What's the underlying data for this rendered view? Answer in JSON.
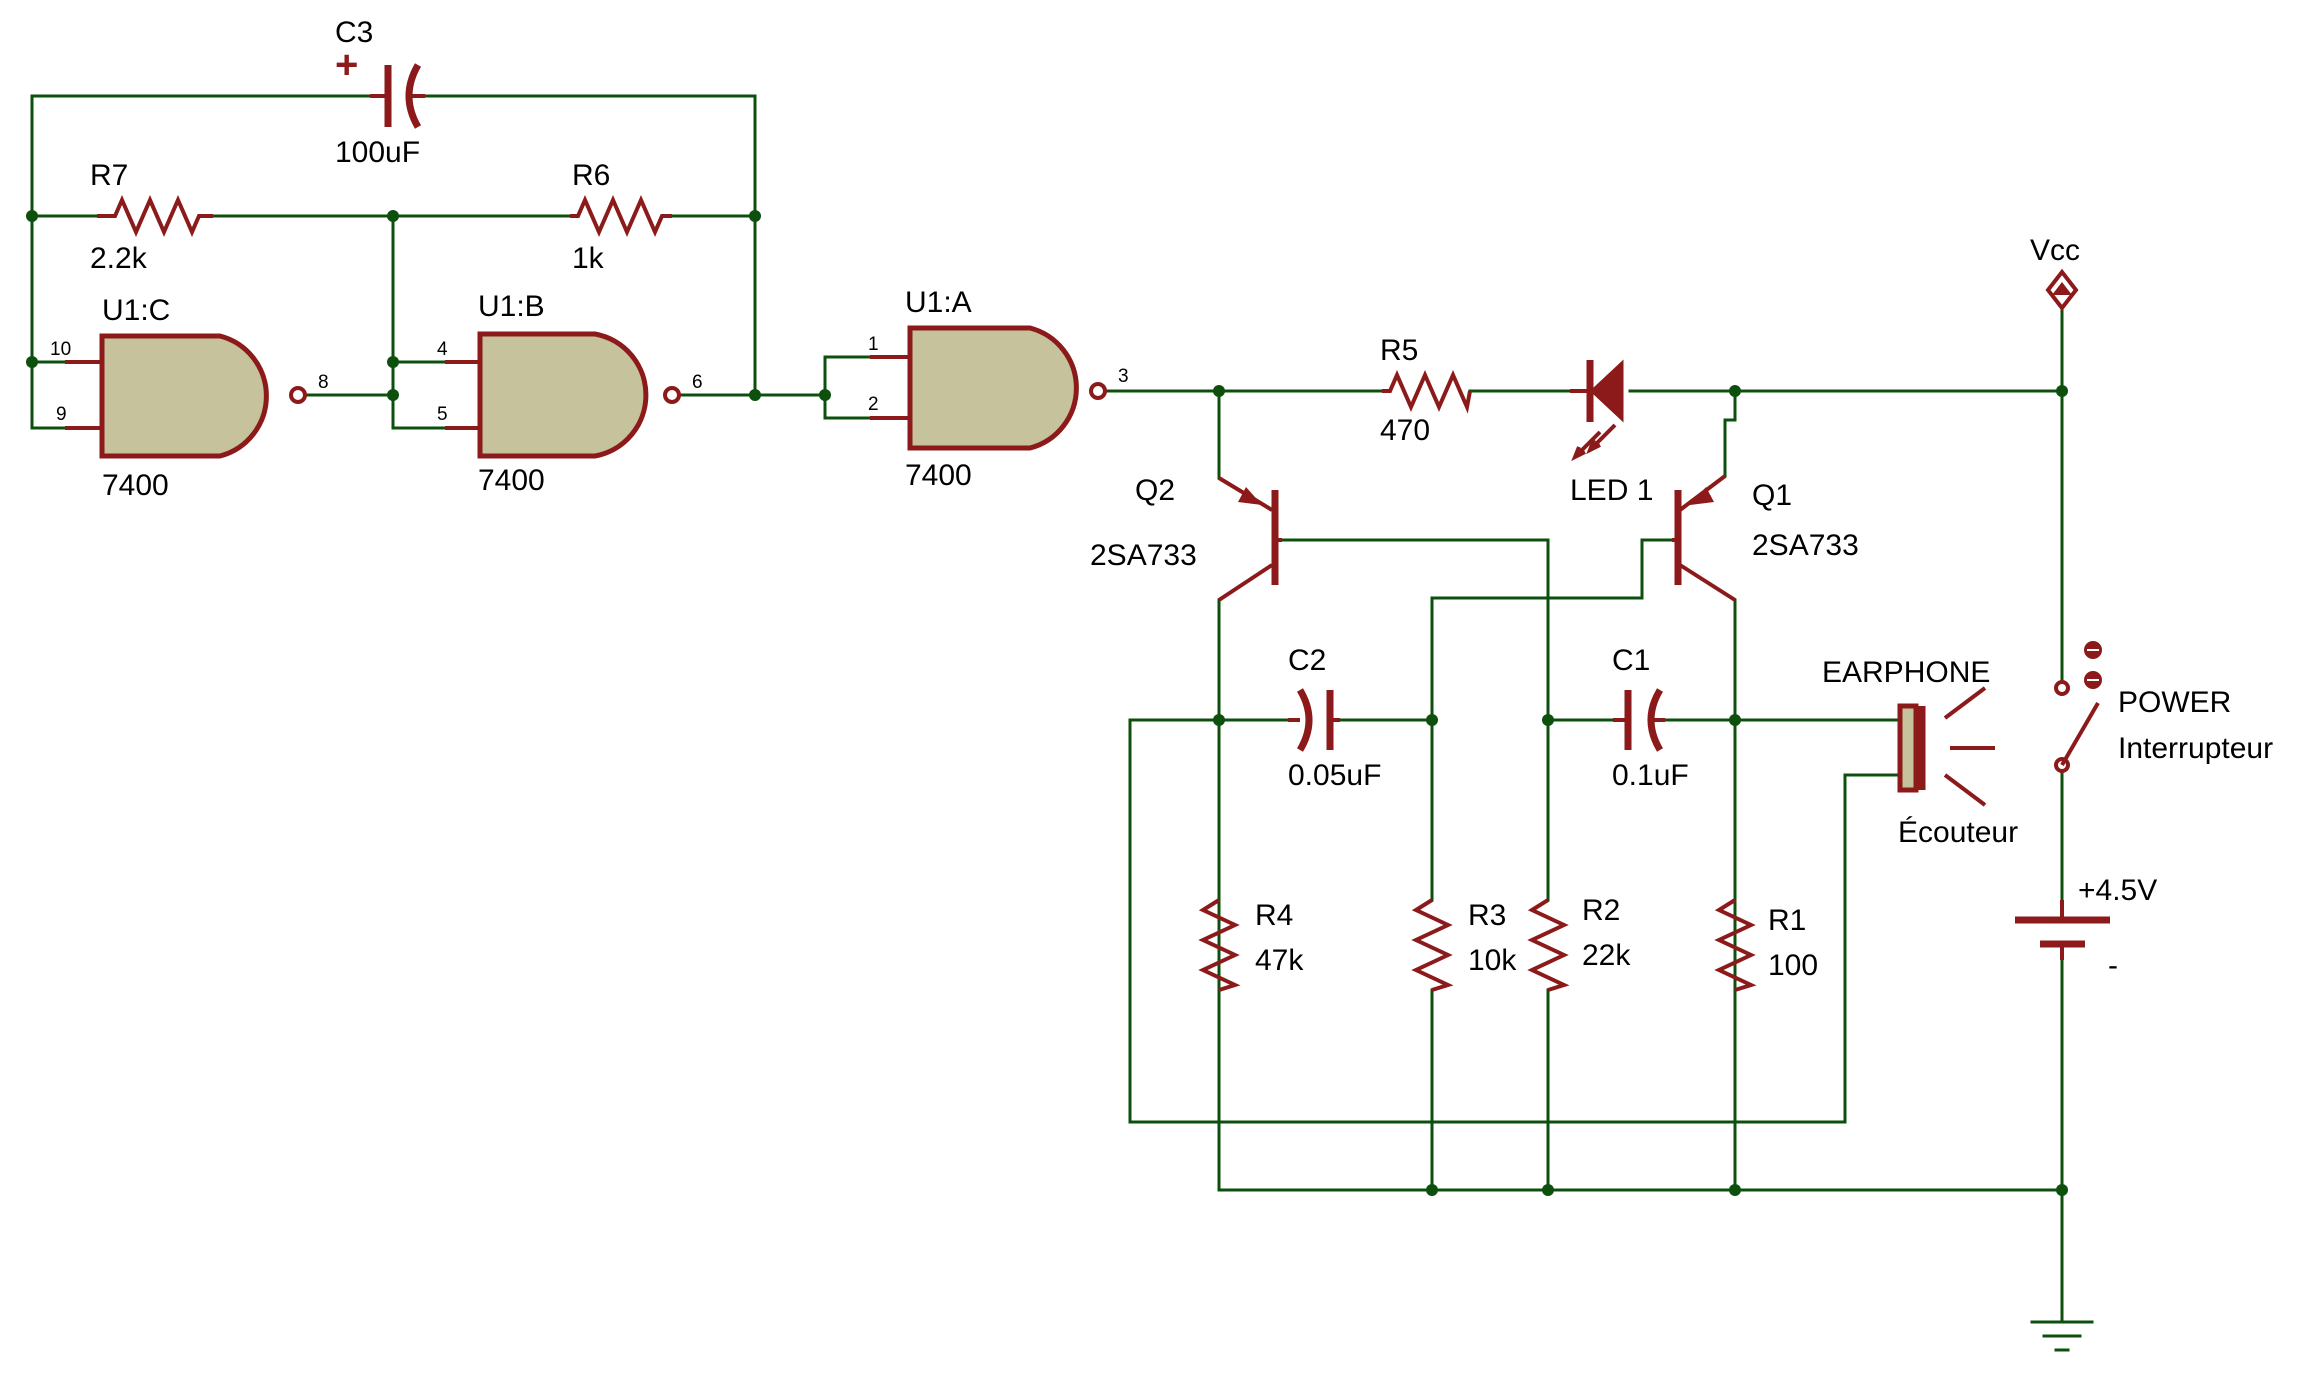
{
  "components": {
    "C3": {
      "ref": "C3",
      "value": "100uF",
      "polarity": "+"
    },
    "R7": {
      "ref": "R7",
      "value": "2.2k"
    },
    "R6": {
      "ref": "R6",
      "value": "1k"
    },
    "U1C": {
      "ref": "U1:C",
      "part": "7400",
      "pins": [
        "10",
        "9",
        "8"
      ]
    },
    "U1B": {
      "ref": "U1:B",
      "part": "7400",
      "pins": [
        "4",
        "5",
        "6"
      ]
    },
    "U1A": {
      "ref": "U1:A",
      "part": "7400",
      "pins": [
        "1",
        "2",
        "3"
      ]
    },
    "R5": {
      "ref": "R5",
      "value": "470"
    },
    "LED": {
      "ref": "LED 1"
    },
    "Q2": {
      "ref": "Q2",
      "part": "2SA733"
    },
    "Q1": {
      "ref": "Q1",
      "part": "2SA733"
    },
    "C2": {
      "ref": "C2",
      "value": "0.05uF"
    },
    "C1": {
      "ref": "C1",
      "value": "0.1uF"
    },
    "R4": {
      "ref": "R4",
      "value": "47k"
    },
    "R3": {
      "ref": "R3",
      "value": "10k"
    },
    "R2": {
      "ref": "R2",
      "value": "22k"
    },
    "R1": {
      "ref": "R1",
      "value": "100"
    },
    "earphone": {
      "ref": "EARPHONE",
      "label": "Écouteur"
    },
    "switch": {
      "ref": "POWER",
      "label": "Interrupteur"
    },
    "battery": {
      "value": "+4.5V",
      "minus": "-"
    },
    "vcc": {
      "label": "Vcc"
    }
  },
  "colors": {
    "wire": "#0d500d",
    "component": "#8c1a1a",
    "gate_fill": "#c6c29c"
  }
}
